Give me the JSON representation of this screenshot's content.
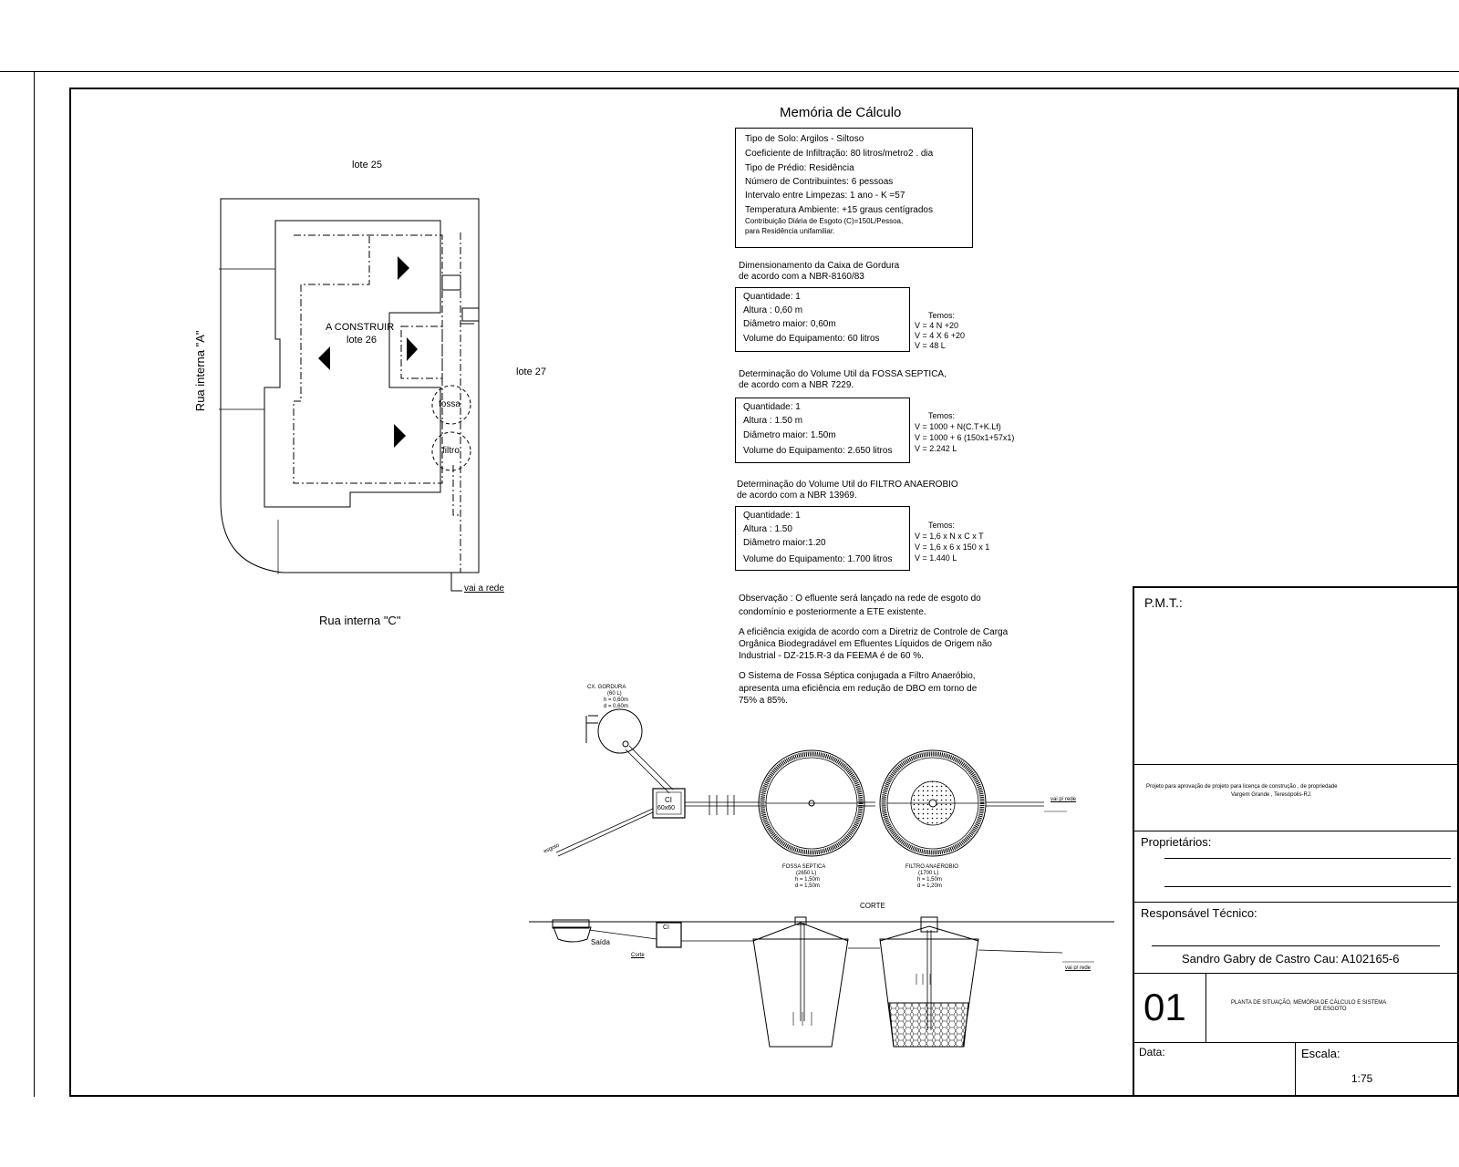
{
  "site": {
    "lot_north": "lote 25",
    "lot_east": "lote 27",
    "street_left": "Rua interna \"A\"",
    "street_bottom": "Rua interna \"C\"",
    "build_label_1": "A CONSTRUIR",
    "build_label_2": "lote 26",
    "fossa": "fossa",
    "filtro": "filtro",
    "vai_rede": "vai a rede"
  },
  "calc": {
    "title": "Memória de Cálculo",
    "params": [
      "Tipo de Solo: Argilos - Siltoso",
      "Coeficiente de Infiltração: 80 litros/metro2 . dia",
      "Tipo de Prédio: Residência",
      "Número de Contribuintes: 6 pessoas",
      "Intervalo entre Limpezas: 1 ano - K =57",
      "Temperatura Ambiente: +15 graus centígrados"
    ],
    "params_note_1": "Contribuição Diária de Esgoto (C)=150L/Pessoa,",
    "params_note_2": "para Residência unifamiliar.",
    "gordura": {
      "heading_1": "Dimensionamento da Caixa de Gordura",
      "heading_2": "de acordo com a NBR-8160/83",
      "lines": [
        "Quantidade: 1",
        "Altura : 0,60 m",
        "Diâmetro maior: 0,60m",
        "Volume do Equipamento: 60 litros"
      ],
      "eq": [
        "Temos:",
        "V = 4 N +20",
        "V = 4 X 6 +20",
        "V = 48 L"
      ]
    },
    "fossa": {
      "heading_1": "Determinação do Volume Util da FOSSA SEPTICA,",
      "heading_2": "de acordo com a NBR 7229.",
      "lines": [
        "Quantidade: 1",
        "Altura : 1.50 m",
        "Diâmetro maior: 1.50m",
        "Volume do Equipamento: 2.650 litros"
      ],
      "eq": [
        "Temos:",
        "V = 1000 + N(C.T+K.Lf)",
        "V = 1000 + 6 (150x1+57x1)",
        "V = 2.242 L"
      ]
    },
    "filtro": {
      "heading_1": "Determinação do Volume Util do FILTRO ANAEROBIO",
      "heading_2": "de acordo com a NBR 13969.",
      "lines": [
        "Quantidade: 1",
        "Altura : 1.50",
        "Diâmetro maior:1.20",
        "Volume do Equipamento: 1.700 litros"
      ],
      "eq": [
        "Temos:",
        "V = 1,6 x N x C x T",
        "V = 1,6 x 6 x 150 x 1",
        "V = 1.440 L"
      ]
    },
    "obs_1": "Observação : O efluente será lançado na rede de esgoto do",
    "obs_2": "condomínio e posteriormente a ETE existente.",
    "efic_1": "A eficiência exigida de acordo com a Diretriz de Controle de Carga",
    "efic_2": "Orgânica Biodegradável em Efluentes Líquidos de Origem não",
    "efic_3": "Industrial - DZ-215.R-3 da FEEMA é de 60 %.",
    "sist_1": "O Sistema de Fossa Séptica conjugada a Filtro Anaeróbio,",
    "sist_2": "apresenta uma eficiência em redução de DBO em torno de",
    "sist_3": "75% a 85%."
  },
  "detail": {
    "gordura_label_1": "CX. GORDURA",
    "gordura_label_2": "(60 L)",
    "gordura_label_3": "h = 0,60m",
    "gordura_label_4": "d = 0,60m",
    "ci_1": "CI",
    "ci_2": "60x60",
    "esgoto_label": "esgoto",
    "fossa_label_1": "FOSSA SEPTICA",
    "fossa_label_2": "(2650 L)",
    "fossa_label_3": "h = 1,50m",
    "fossa_label_4": "d = 1,50m",
    "filtro_label_1": "FILTRO ANAEROBIO",
    "filtro_label_2": "(1700 L)",
    "filtro_label_3": "h = 1,50m",
    "filtro_label_4": "d = 1,20m",
    "vai_rede": "vai p/ rede",
    "corte": "CORTE",
    "saida": "Saída",
    "corte_ci": "CI",
    "corte_label": "Corte",
    "corte_rede": "vai p/ rede"
  },
  "titleblock": {
    "pmt": "P.M.T.:",
    "project_1": "Projeto para aprovação de projeto para licença de construção , de propriedade",
    "project_2": "Vargem Grande , Teresópolis-RJ.",
    "owners": "Proprietários:",
    "resp": "Responsável Técnico:",
    "resp_name": "Sandro Gabry de Castro Cau: A102165-6",
    "sheet": "01",
    "sheet_desc_1": "PLANTA DE SITUAÇÃO, MEMÓRIA DE CÁLCULO E SISTEMA",
    "sheet_desc_2": "DE ESGOTO",
    "date_label": "Data:",
    "scale_label": "Escala:",
    "scale_value": "1:75"
  }
}
